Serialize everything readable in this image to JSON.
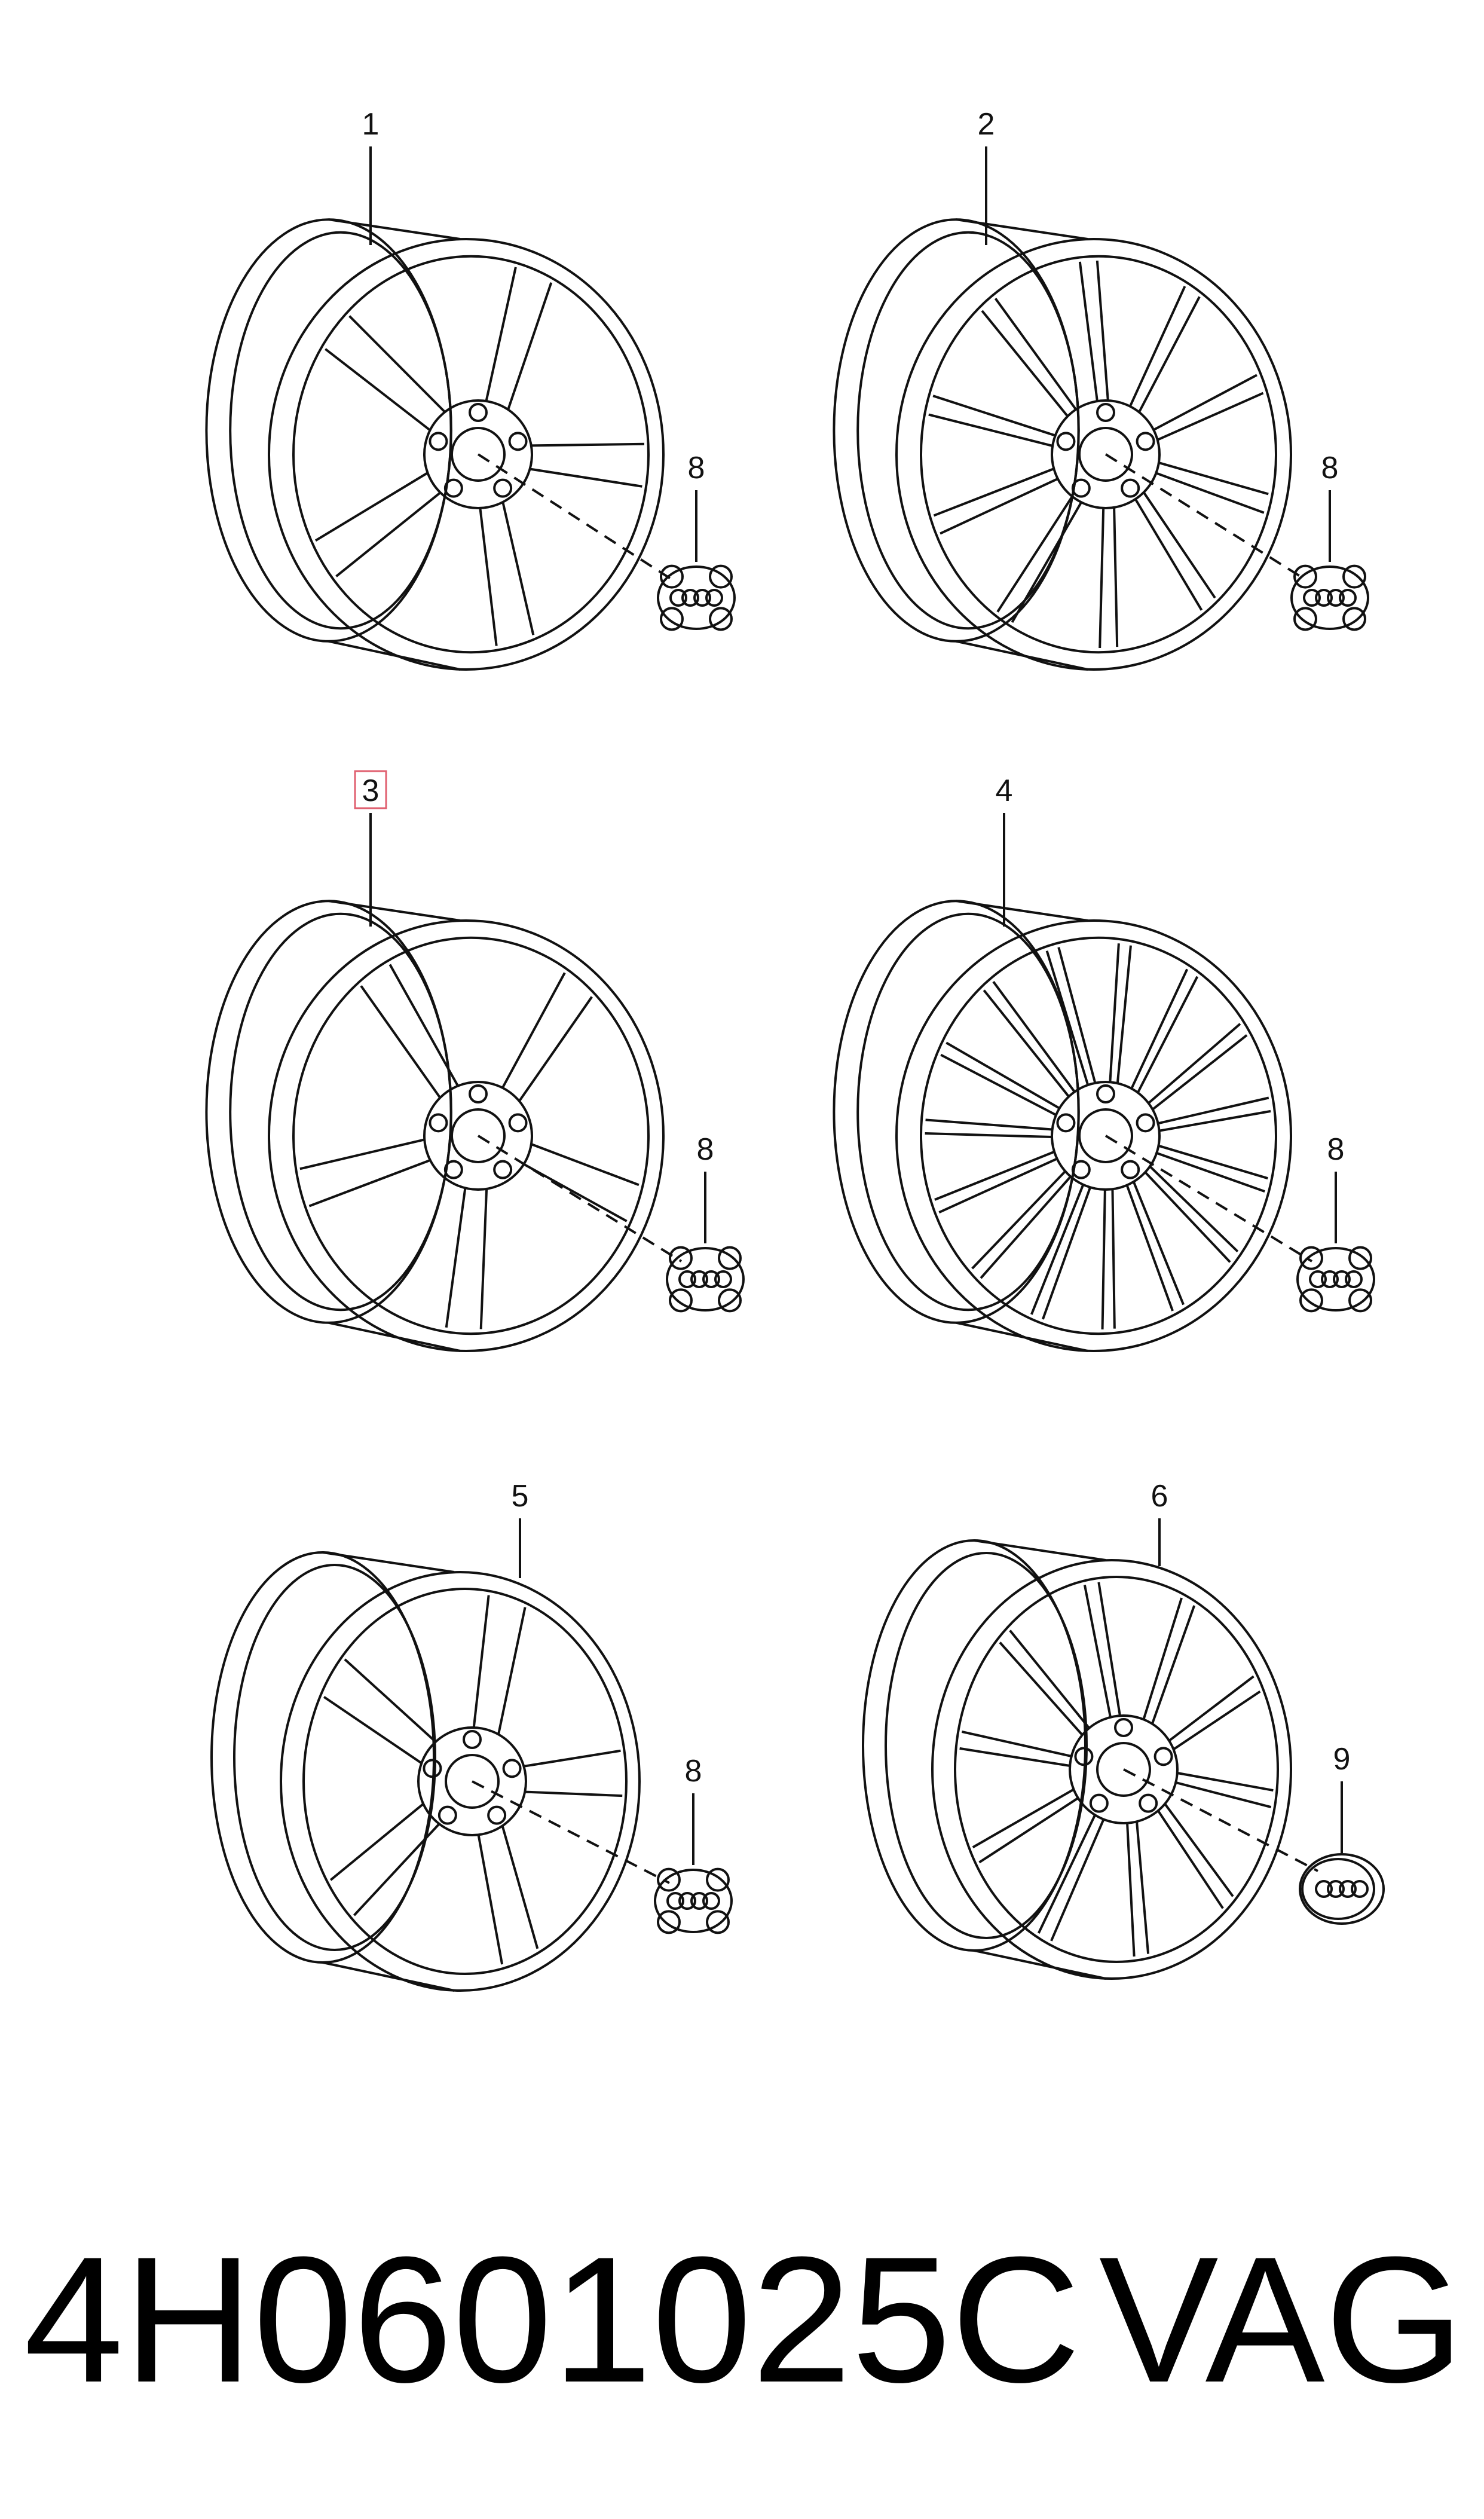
{
  "diagram": {
    "callouts": [
      {
        "id": "1",
        "label": "1"
      },
      {
        "id": "2",
        "label": "2"
      },
      {
        "id": "3",
        "label": "3",
        "highlighted": true
      },
      {
        "id": "4",
        "label": "4"
      },
      {
        "id": "5",
        "label": "5"
      },
      {
        "id": "6",
        "label": "6"
      },
      {
        "id": "8",
        "label": "8"
      },
      {
        "id": "9",
        "label": "9"
      }
    ],
    "highlight_color": "#e06070"
  },
  "footer": {
    "part_number": "4H0601025C",
    "brand": "VAG"
  }
}
